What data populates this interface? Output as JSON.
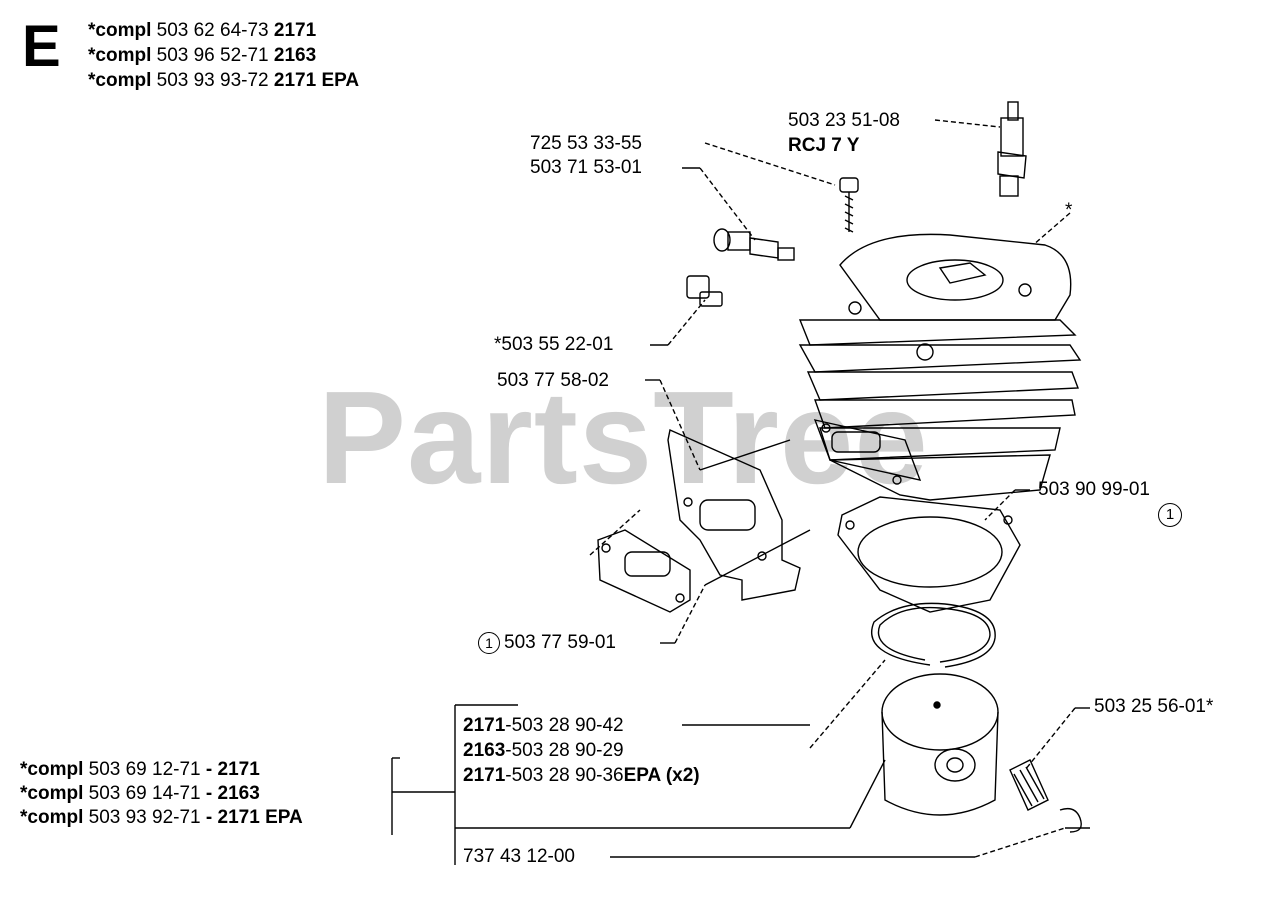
{
  "section_letter": "E",
  "watermark": "PartsTree",
  "header_compl": [
    {
      "prefix": "*compl",
      "number": "503 62 64-73",
      "model": "2171"
    },
    {
      "prefix": "*compl",
      "number": "503 96 52-71",
      "model": "2163"
    },
    {
      "prefix": "*compl",
      "number": "503 93 93-72",
      "model": "2171 EPA"
    }
  ],
  "parts": {
    "spark_plug": {
      "number": "503 23 51-08",
      "type": "RCJ 7 Y"
    },
    "screw": "725 53 33-55",
    "decomp_valve": "503 71 53-01",
    "cylinder_star": "*",
    "plug": "*503 55 22-01",
    "muffler_plate": "503 77 58-02",
    "cylinder_gasket": "503 90 99-01",
    "cylinder_gasket_ref": "1",
    "muffler_gasket_ref": "1",
    "muffler_gasket": "503 77 59-01",
    "needle_bearing": "503 25 56-01*",
    "circlip": "737 43 12-00"
  },
  "piston_list": [
    {
      "model": "2171",
      "number": "-503 28 90-42",
      "suffix": ""
    },
    {
      "model": "2163",
      "number": "-503 28 90-29",
      "suffix": ""
    },
    {
      "model": "2171",
      "number": "-503 28 90-36",
      "suffix": "EPA (x2)"
    }
  ],
  "compl_kits": [
    {
      "prefix": "*compl",
      "number": "503 69 12-71",
      "model": "- 2171"
    },
    {
      "prefix": "*compl",
      "number": "503 69 14-71",
      "model": "- 2163"
    },
    {
      "prefix": "*compl",
      "number": "503 93 92-71",
      "model": "- 2171 EPA"
    }
  ]
}
